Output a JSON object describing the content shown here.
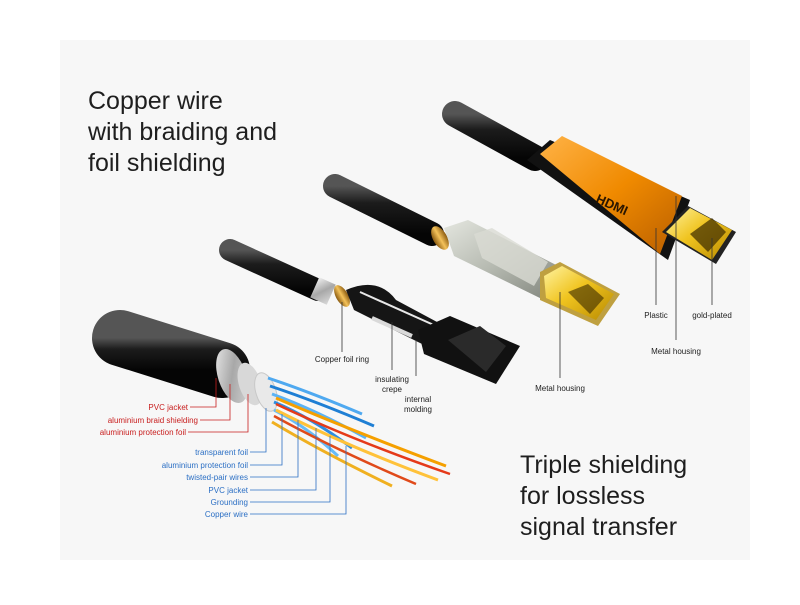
{
  "headlines": {
    "top": "Copper wire\nwith braiding and\nfoil shielding",
    "bottom": "Triple shielding\nfor lossless\nsignal transfer"
  },
  "connector_brand": "HDMI",
  "labels": {
    "plastic": "Plastic",
    "gold_plated": "gold-plated",
    "metal_housing_gold": "Metal housing",
    "metal_housing_silver": "Metal housing",
    "copper_foil_ring": "Copper foil ring",
    "insulating": "insulating",
    "crepe": "crepe",
    "internal": "internal",
    "molding": "molding",
    "pvc_jacket_outer": "PVC jacket",
    "aluminium_braid_shielding": "aluminium braid shielding",
    "aluminium_protection_foil_outer": "aluminium protection foil",
    "transparent_foil": "transparent foil",
    "aluminium_protection_foil_inner": "aluminium protection foil",
    "twisted_pair_wires": "twisted-pair wires",
    "pvc_jacket_inner": "PVC jacket",
    "grounding": "Grounding",
    "copper_wire": "Copper wire"
  },
  "colors": {
    "label_red": "#c81e1e",
    "label_blue": "#2b6fc4",
    "label_dark": "#222222",
    "housing_orange": "#f08a00",
    "gold": "#e8b820",
    "cable_black": "#1a1a1a",
    "housing_silver": "#b9bdb5"
  }
}
